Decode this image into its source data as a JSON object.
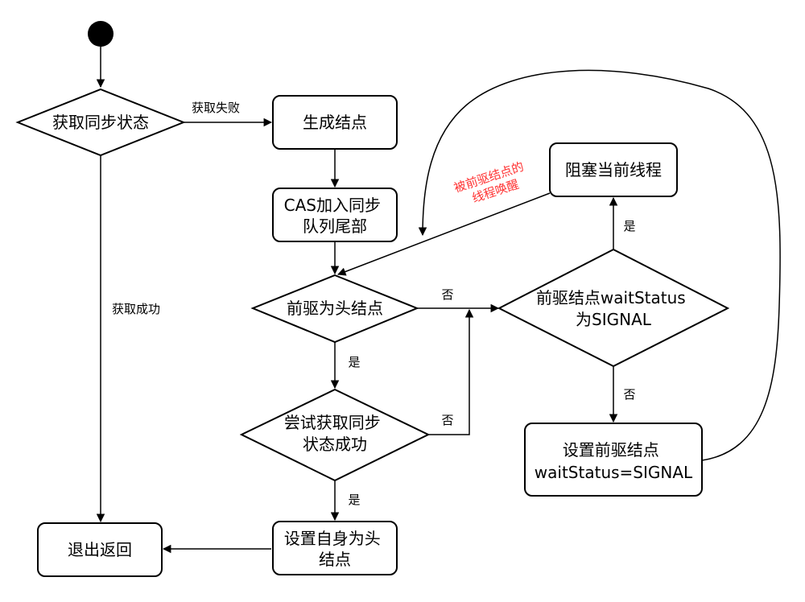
{
  "nodes": {
    "acquire_check": "获取同步状态",
    "create_node": "生成结点",
    "cas_enqueue": [
      "CAS加入同步",
      "队列尾部"
    ],
    "pred_is_head": "前驱为头结点",
    "try_acquire": [
      "尝试获取同步",
      "状态成功"
    ],
    "set_head": [
      "设置自身为头",
      "结点"
    ],
    "exit_return": "退出返回",
    "pred_signal_check": [
      "前驱结点waitStatus",
      "为SIGNAL"
    ],
    "block_thread": "阻塞当前线程",
    "set_pred_signal": [
      "设置前驱结点",
      "waitStatus=SIGNAL"
    ]
  },
  "edges": {
    "acquire_fail": "获取失败",
    "acquire_success": "获取成功",
    "pred_head_yes": "是",
    "pred_head_no": "否",
    "try_acquire_yes": "是",
    "try_acquire_no": "否",
    "signal_yes": "是",
    "signal_no": "否"
  },
  "annotation": [
    "被前驱结点的",
    "线程唤醒"
  ],
  "colors": {
    "stroke": "#000000",
    "annotation": "#ff3333",
    "fill": "#ffffff"
  }
}
